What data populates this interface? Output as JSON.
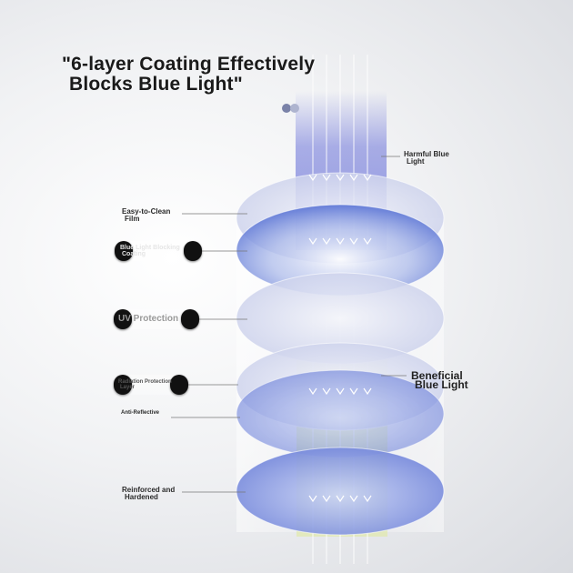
{
  "title": {
    "line1": "\"6-layer Coating Effectively",
    "line2": "Blocks Blue Light\""
  },
  "labels": {
    "harmful_blue_light": [
      "Harmful Blue",
      "Light"
    ],
    "easy_to_clean": [
      "Easy-to-Clean",
      "Film"
    ],
    "blue_light_blocking": [
      "Blue Light Blocking",
      "Coating"
    ],
    "uv_protection": "UV Protection",
    "radiation_protection": [
      "Radiation Protection",
      "Layer"
    ],
    "anti_reflective": "Anti-Reflective",
    "beneficial_blue_light": [
      "Beneficial",
      "Blue Light"
    ],
    "reinforced": [
      "Reinforced and",
      "Hardened"
    ]
  },
  "icons": {
    "pager": "pager-dots-icon",
    "arrows": "down-arrow-icon",
    "badge_cap": "black-badge-cap-icon"
  },
  "colors": {
    "background": "#eeeff1",
    "harmful_beam": "#6a72d8",
    "beneficial_beam": "#e8f2a8",
    "lens": "#7f95e0",
    "text": "#1a1a1a"
  }
}
